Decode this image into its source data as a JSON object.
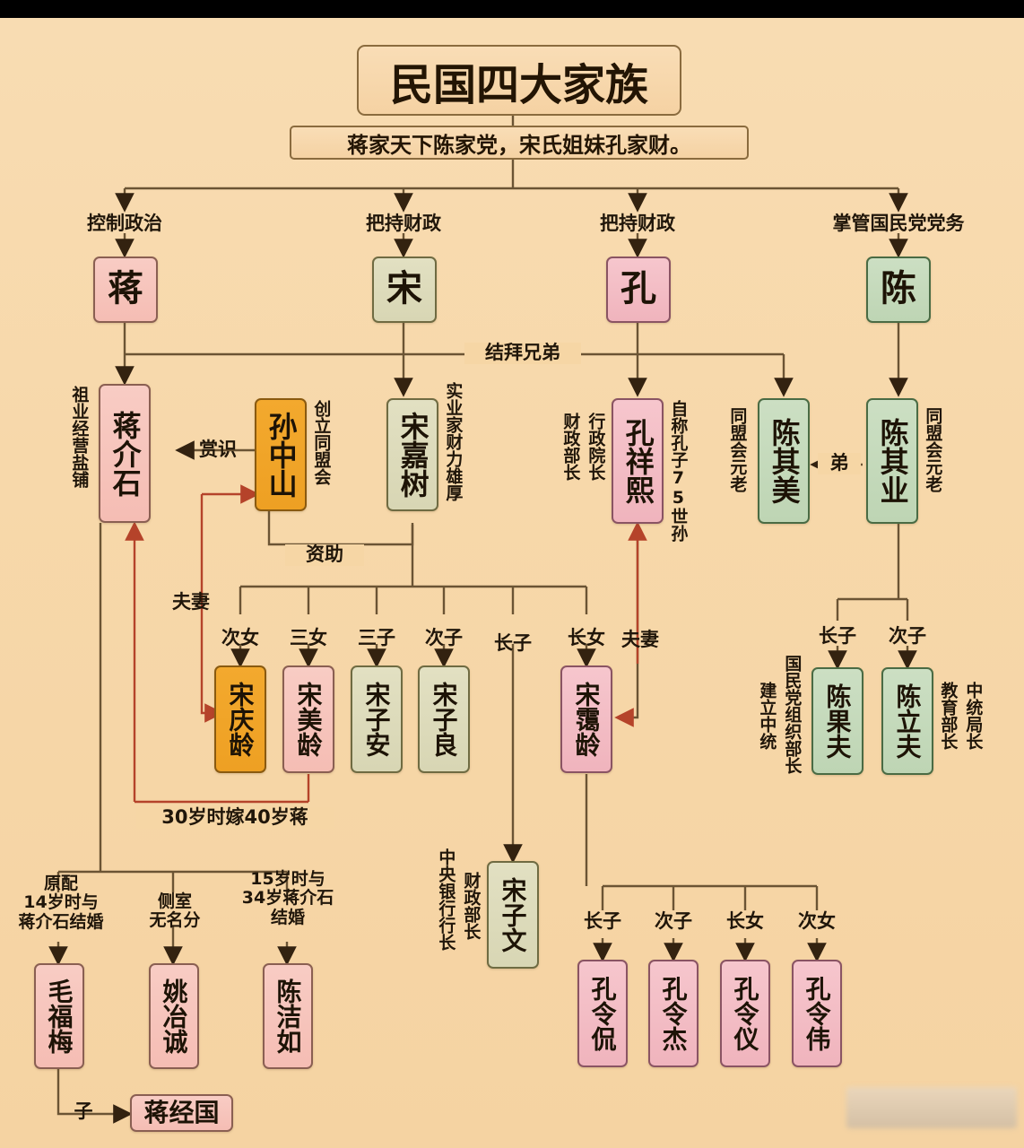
{
  "header": {
    "title": "民国四大家族",
    "subtitle": "蒋家天下陈家党，宋氏姐妹孔家财。"
  },
  "roles": {
    "jiang": "控制政治",
    "song": "把持财政",
    "kong": "把持财政",
    "chen": "掌管国民党党务"
  },
  "surnames": {
    "jiang": "蒋",
    "song": "宋",
    "kong": "孔",
    "chen": "陈"
  },
  "people": {
    "jiang_jieshi": "蒋介石",
    "sun_zhongshan": "孙中山",
    "song_jiashu": "宋嘉树",
    "kong_xiangxi": "孔祥熙",
    "chen_qimei": "陈其美",
    "chen_qiye": "陈其业",
    "song_qingling": "宋庆龄",
    "song_meiling": "宋美龄",
    "song_ziwen": "宋子文",
    "song_zian": "宋子安",
    "song_ziliang": "宋子良",
    "song_ailing": "宋霭龄",
    "chen_guofu": "陈果夫",
    "chen_lifu": "陈立夫",
    "mao_fumei": "毛福梅",
    "yao_yecheng": "姚冶诚",
    "chen_jieru": "陈洁如",
    "jiang_jingguo": "蒋经国",
    "kong_lingkan": "孔令侃",
    "kong_lingjie": "孔令杰",
    "kong_lingyi": "孔令仪",
    "kong_lingwei": "孔令伟"
  },
  "annotations": {
    "jiang_jieshi_side": "祖业经营盐铺",
    "sun_zhongshan_side": "创立同盟会",
    "song_jiashu_side": "实业家财力雄厚",
    "kong_xiangxi_left1": "财政部长",
    "kong_xiangxi_left2": "行政院长",
    "kong_xiangxi_right": "自称孔子75世孙",
    "chen_qimei_side": "同盟会元老",
    "chen_qiye_side": "同盟会元老",
    "chen_guofu_left1": "建立中统",
    "chen_guofu_left2": "国民党组织部长",
    "chen_lifu_right1": "教育部长",
    "chen_lifu_right2": "中统局长",
    "song_ziwen_left1": "中央银行行长",
    "song_ziwen_left2": "财政部长"
  },
  "relations": {
    "shangshi": "赏识",
    "zizhu": "资助",
    "jiebai": "结拜兄弟",
    "di": "弟",
    "fuqi_left": "夫妻",
    "fuqi_right": "夫妻",
    "marriage_meiling": "30岁时嫁40岁蒋",
    "zi": "子"
  },
  "birth_order": {
    "ci_nv": "次女",
    "san_nv": "三女",
    "san_zi": "三子",
    "ci_zi": "次子",
    "zhang_zi": "长子",
    "zhang_nv": "长女",
    "chen_zhang_zi": "长子",
    "chen_ci_zi": "次子",
    "kong_zhang_zi": "长子",
    "kong_ci_zi": "次子",
    "kong_zhang_nv": "长女",
    "kong_ci_nv": "次女"
  },
  "wives": {
    "mao": "原配\n14岁时与\n蒋介石结婚",
    "yao": "侧室\n无名分",
    "chen": "15岁时与\n34岁蒋介石\n结婚"
  },
  "colors": {
    "background": "#f6d9ad",
    "pink": "#f5bdb4",
    "pink_rose": "#f0b4bd",
    "khaki": "#d8d6b4",
    "green": "#bed5b4",
    "orange": "#eea023",
    "line": "#6b5434",
    "arrow_red": "#b5432a"
  }
}
